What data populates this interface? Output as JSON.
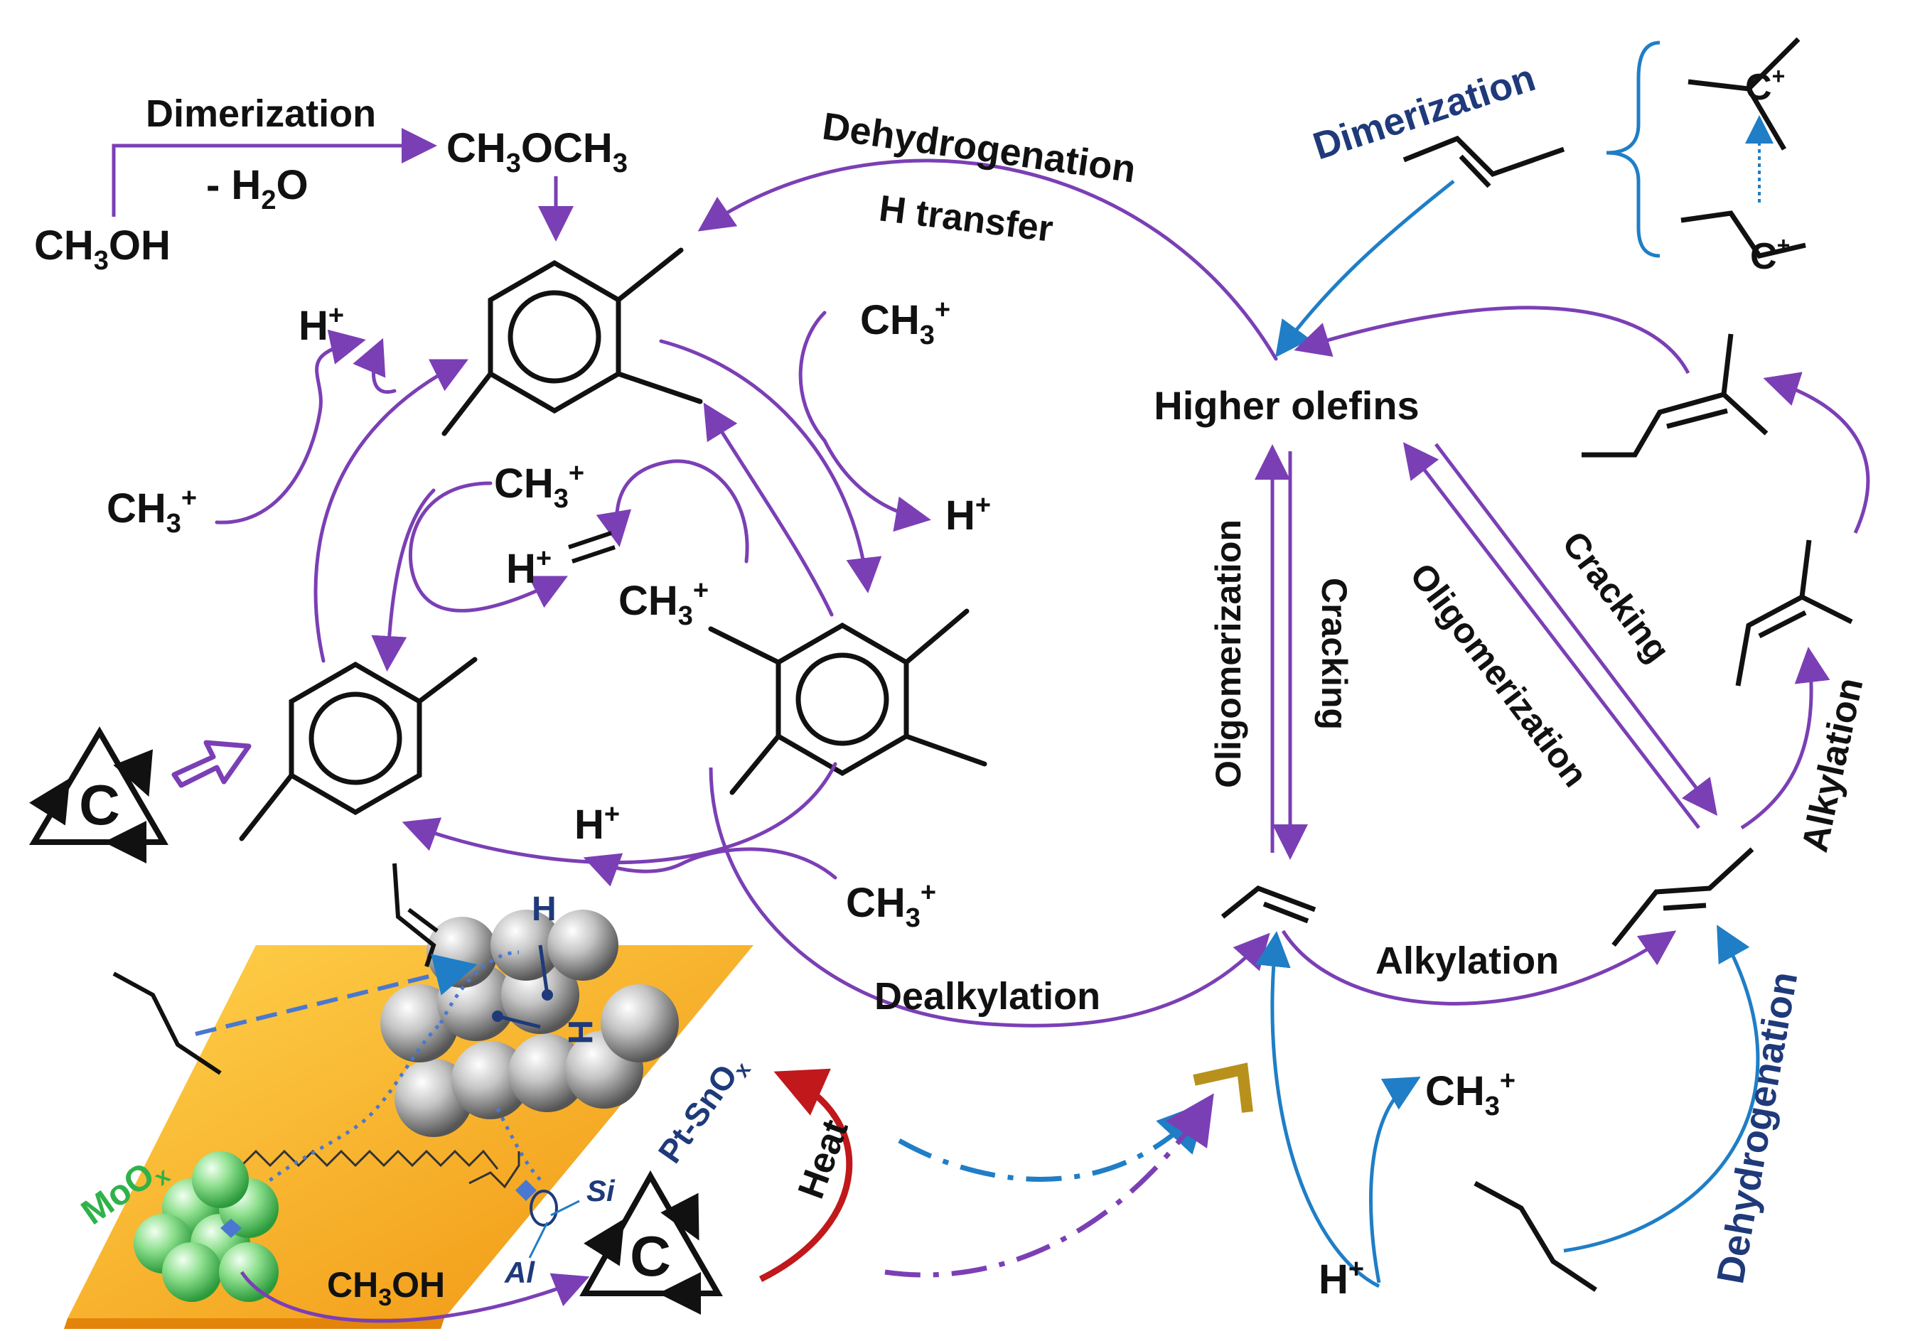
{
  "colors": {
    "purple": "#7b3fb5",
    "blue": "#1f7ec6",
    "navy": "#1f3a7a",
    "green": "#2fb24a",
    "red": "#c0181b",
    "gold": "#b8911c",
    "black": "#111111"
  },
  "labels": {
    "dimerization_top": "Dimerization",
    "minus": "- H",
    "o": "O",
    "two": "2",
    "three": "3",
    "plus": "+",
    "ch": "CH",
    "och": "OCH",
    "oh": "OH",
    "h": "H",
    "dehydrogenation_top": "Dehydrogenation",
    "h_transfer": "H transfer",
    "dimerization_right": "Dimerization",
    "higher_olefins": "Higher olefins",
    "oligomerization": "Oligomerization",
    "cracking": "Cracking",
    "alkylation": "Alkylation",
    "dealkylation": "Dealkylation",
    "dehydrogenation_right": "Dehydrogenation",
    "mox": "MoO",
    "ptsnox": "Pt-SnO",
    "xsub": "x",
    "heat": "Heat",
    "si": "Si",
    "al": "Al",
    "cycle_letter": "C"
  },
  "icons": [
    "carbon-cycle-icon",
    "hollow-arrow-icon",
    "pt-cluster-icon",
    "moox-cluster-icon",
    "zeolite-surface-icon"
  ]
}
